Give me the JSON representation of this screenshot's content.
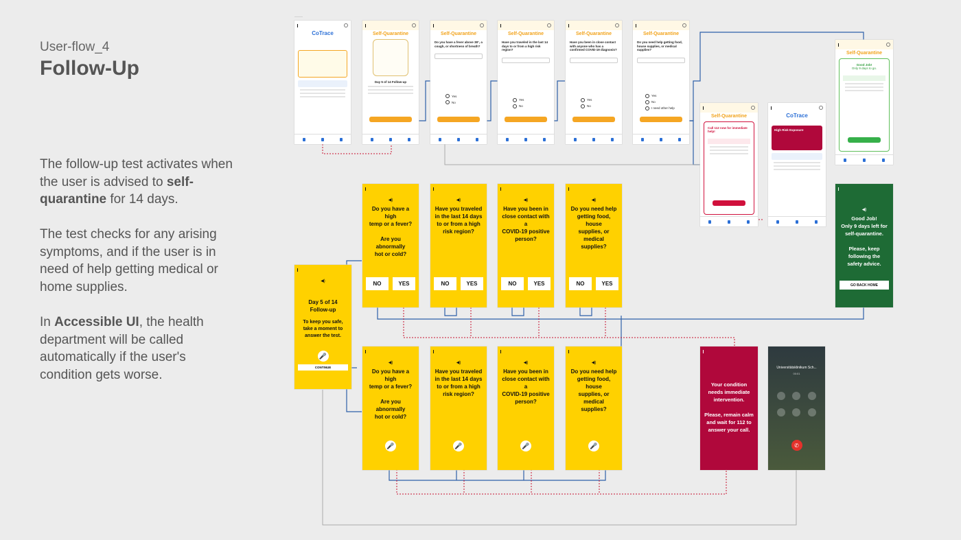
{
  "intro": {
    "flow_label": "User-flow_4",
    "title": "Follow-Up",
    "p1_a": "The follow-up test activates when the user is advised to ",
    "p1_b": "self-quarantine",
    "p1_c": " for 14 days.",
    "p2": "The test checks for any arising symptoms, and if the user is in need of help getting medical or home supplies.",
    "p3_a": "In ",
    "p3_b": "Accessible UI",
    "p3_c": ", the health department will be called automatically if the user's condition gets worse."
  },
  "screens": {
    "home": {
      "brand": "CoTrace"
    },
    "followup_intro": {
      "title": "Self-Quarantine",
      "heading": "Day 5 of 14 Follow-up"
    },
    "q1": {
      "title": "Self-Quarantine",
      "question": "Do you have a fever above 38°, a cough, or shortness of breath?",
      "yes": "Yes",
      "no": "No"
    },
    "q2": {
      "title": "Self-Quarantine",
      "question": "Have you traveled in the last 14 days to or from a high risk region?",
      "yes": "Yes",
      "no": "No"
    },
    "q3": {
      "title": "Self-Quarantine",
      "question": "Have you been in close contact with anyone who has a confirmed COVID-19 diagnosis?",
      "yes": "Yes",
      "no": "No"
    },
    "q4": {
      "title": "Self-Quarantine",
      "question": "Do you need help getting food, house supplies, or medical supplies?",
      "yes": "Yes",
      "no": "No",
      "other": "I need other help"
    },
    "good": {
      "title": "Self-Quarantine",
      "heading": "Good Job!",
      "sub": "Only 9 days to go."
    },
    "call112": {
      "title": "Self-Quarantine",
      "heading": "Call 112 now for immediate help!"
    },
    "home_risk": {
      "brand": "CoTrace",
      "alert": "High Risk Exposure"
    },
    "acc_intro": {
      "speaker": "◀)",
      "heading1": "Day 5 of 14",
      "heading2": "Follow-up",
      "body1": "To keep you safe,",
      "body2": "take a moment to",
      "body3": "answer the test.",
      "continue": "CONTINUE"
    },
    "acc_q1": {
      "speaker": "◀)",
      "l1": "Do you have a high",
      "l2": "temp or a fever?",
      "l3": "Are you abnormally",
      "l4": "hot or cold?",
      "no": "NO",
      "yes": "YES"
    },
    "acc_q2": {
      "speaker": "◀)",
      "l1": "Have you traveled",
      "l2": "in the last 14 days",
      "l3": "to or from a high",
      "l4": "risk region?",
      "no": "NO",
      "yes": "YES"
    },
    "acc_q3": {
      "speaker": "◀)",
      "l1": "Have you been in",
      "l2": "close contact with a",
      "l3": "COVID-19 positive",
      "l4": "person?",
      "no": "NO",
      "yes": "YES"
    },
    "acc_q4": {
      "speaker": "◀)",
      "l1": "Do you need help",
      "l2": "getting food, house",
      "l3": "supplies, or medical",
      "l4": "supplies?",
      "no": "NO",
      "yes": "YES"
    },
    "acc_v1": {
      "speaker": "◀)",
      "l1": "Do you have a high",
      "l2": "temp or a fever?",
      "l3": "Are you abnormally",
      "l4": "hot or cold?"
    },
    "acc_v2": {
      "speaker": "◀)",
      "l1": "Have you traveled",
      "l2": "in the last 14 days",
      "l3": "to or from a high",
      "l4": "risk region?"
    },
    "acc_v3": {
      "speaker": "◀)",
      "l1": "Have you been in",
      "l2": "close contact with a",
      "l3": "COVID-19 positive",
      "l4": "person?"
    },
    "acc_v4": {
      "speaker": "◀)",
      "l1": "Do you need help",
      "l2": "getting food, house",
      "l3": "supplies, or medical",
      "l4": "supplies?"
    },
    "acc_good": {
      "speaker": "◀)",
      "l1": "Good Job!",
      "l2": "Only 9 days left for",
      "l3": "self-quarantine.",
      "l4": "Please, keep",
      "l5": "following the",
      "l6": "safety advice.",
      "button": "GO BACK HOME"
    },
    "acc_alert": {
      "l1": "Your condition",
      "l2": "needs immediate",
      "l3": "intervention.",
      "l4": "Please, remain calm",
      "l5": "and wait for 112 to",
      "l6": "answer your call."
    },
    "call": {
      "caller": "Universitätsklinikum Sch...",
      "time": "00:01"
    }
  },
  "colors": {
    "yellow": "#ffd100",
    "green": "#1e6b35",
    "red": "#b0083b",
    "blue_link": "#2d5fa8",
    "red_link": "#c8102e",
    "orange": "#f5a623"
  },
  "icons": [
    "speaker-icon",
    "microphone-icon",
    "phone-hangup-icon",
    "home-icon",
    "settings-icon"
  ]
}
